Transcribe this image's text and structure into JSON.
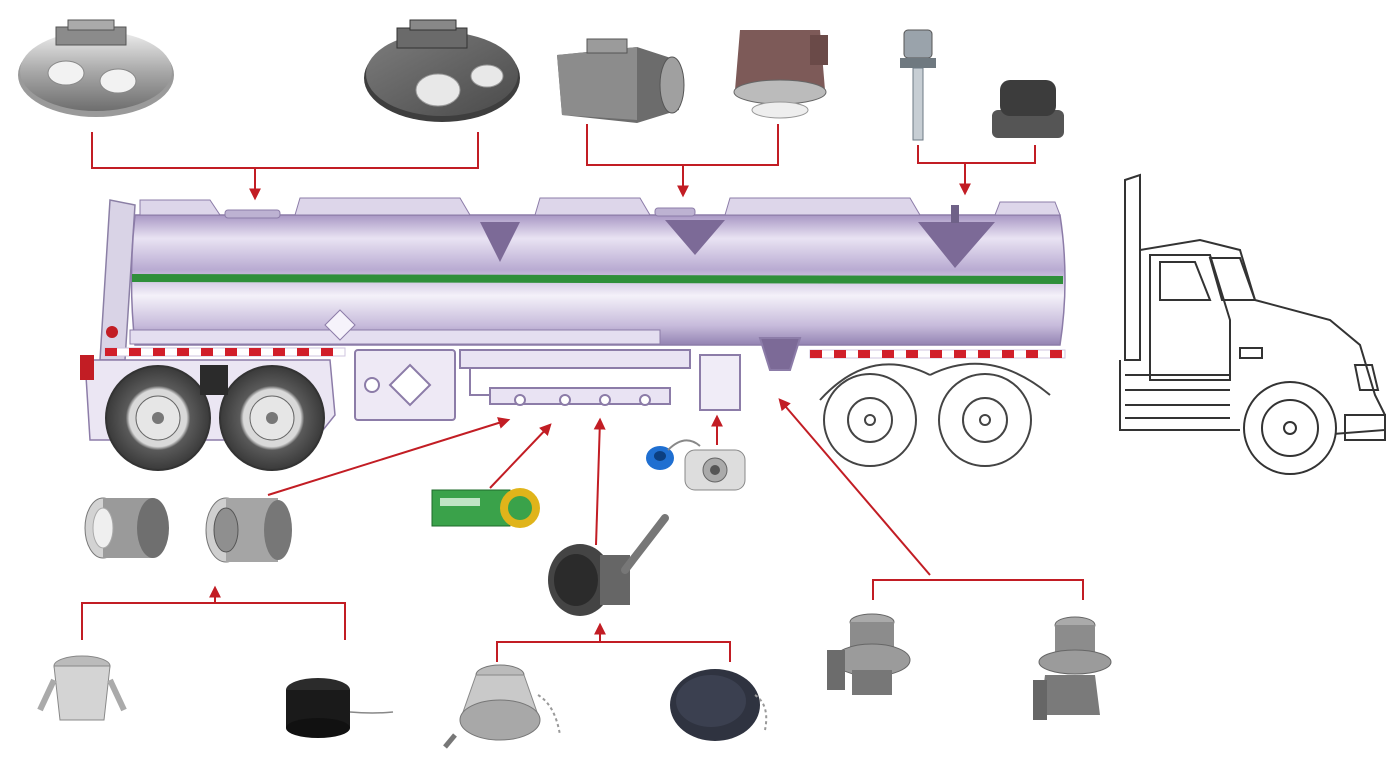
{
  "diagram": {
    "subject": "tanker-trailer-components",
    "colors": {
      "connector": "#c21d24",
      "tank_light": "#efeaf6",
      "tank_mid": "#c9bddd",
      "tank_dark": "#9c8cb8",
      "stripe_green": "#2f8f3a",
      "stripe_red": "#d11f2a",
      "metal_light": "#d6d6d6",
      "metal_dark": "#7a7a7a",
      "rubber": "#2b2b2b",
      "cap_blue": "#1f6fd1",
      "sensor_green": "#3aa24a",
      "sensor_yellow": "#e0b41a",
      "cab_outline": "#333333"
    },
    "components": [
      {
        "id": "manhole-cover-aluminum",
        "icon": "manhole-cover-icon"
      },
      {
        "id": "manhole-cover-steel",
        "icon": "manhole-cover-icon"
      },
      {
        "id": "vapor-recovery-valve",
        "icon": "valve-body-icon"
      },
      {
        "id": "emergency-valve-top",
        "icon": "valve-body-icon"
      },
      {
        "id": "overfill-sensor-probe",
        "icon": "sensor-probe-icon"
      },
      {
        "id": "breather-vent",
        "icon": "vent-cap-icon"
      },
      {
        "id": "api-adaptor-a",
        "icon": "coupling-icon"
      },
      {
        "id": "api-adaptor-b",
        "icon": "coupling-icon"
      },
      {
        "id": "overfill-socket",
        "icon": "socket-icon"
      },
      {
        "id": "blue-dust-cap",
        "icon": "dust-cap-icon"
      },
      {
        "id": "gauge-sensor",
        "icon": "sensor-icon"
      },
      {
        "id": "ball-valve-lever",
        "icon": "ball-valve-icon"
      },
      {
        "id": "camlock-coupler",
        "icon": "camlock-icon"
      },
      {
        "id": "rubber-dust-cap",
        "icon": "dust-cap-icon"
      },
      {
        "id": "vapor-adaptor",
        "icon": "adaptor-icon"
      },
      {
        "id": "dust-cap-chain",
        "icon": "dust-cap-icon"
      },
      {
        "id": "bottom-valve-a",
        "icon": "bottom-valve-icon"
      },
      {
        "id": "bottom-valve-b",
        "icon": "bottom-valve-icon"
      }
    ]
  }
}
